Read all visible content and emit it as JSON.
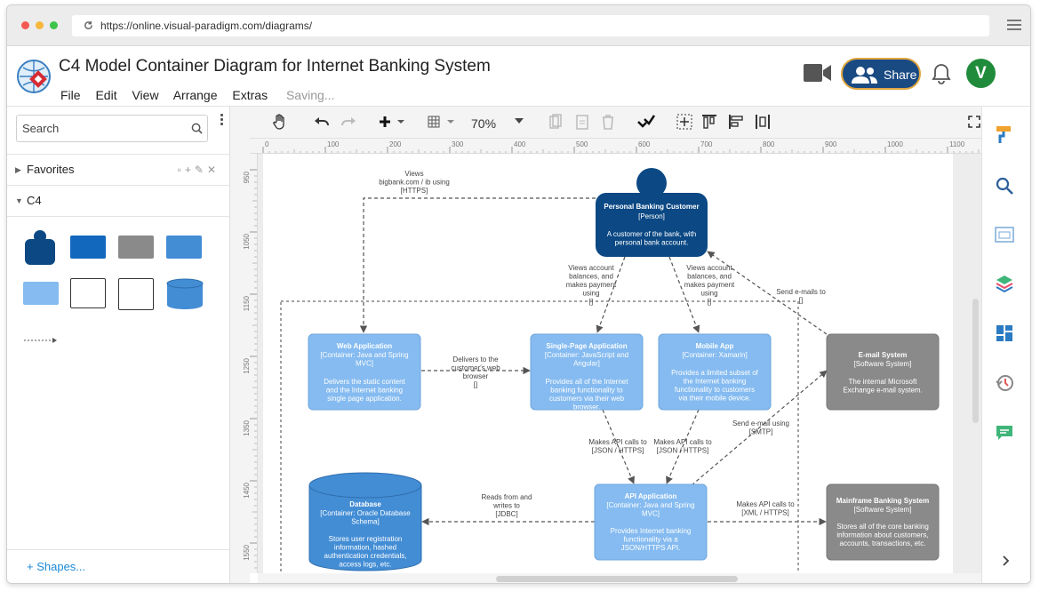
{
  "browser": {
    "url": "https://online.visual-paradigm.com/diagrams/"
  },
  "header": {
    "title": "C4 Model Container Diagram for Internet Banking System",
    "menu": [
      "File",
      "Edit",
      "View",
      "Arrange",
      "Extras"
    ],
    "saving": "Saving...",
    "share_label": "Share",
    "avatar_initial": "V"
  },
  "sidebar": {
    "search_placeholder": "Search",
    "favorites_label": "Favorites",
    "c4_label": "C4",
    "shapes_button": "+ Shapes..."
  },
  "toolbar": {
    "zoom": "70%"
  },
  "rulers": {
    "h_ticks": [
      "0",
      "100",
      "200",
      "300",
      "400",
      "500",
      "600",
      "700",
      "800",
      "900",
      "1000",
      "1100"
    ],
    "v_ticks": [
      "950",
      "1050",
      "1150",
      "1250",
      "1350",
      "1450",
      "1550"
    ]
  },
  "diagram": {
    "person": {
      "name": "Personal Banking Customer",
      "type": "[Person]",
      "desc": "A customer of the bank, with personal bank account."
    },
    "web_app": {
      "name": "Web Application",
      "type": "[Container: Java and Spring MVC]",
      "desc": "Delivers the static content and the Internet banking single page application."
    },
    "spa": {
      "name": "Single-Page Application",
      "type": "[Container: JavaScript and Angular]",
      "desc": "Provides all of the Internet banking functionality to customers via their web browser."
    },
    "mobile": {
      "name": "Mobile App",
      "type": "[Container: Xamarin]",
      "desc": "Provides a limited subset of the Internet banking functionality to customers via their mobile device."
    },
    "email": {
      "name": "E-mail System",
      "type": "[Software System]",
      "desc": "The internal Microsoft Exchange e-mail system."
    },
    "database": {
      "name": "Database",
      "type": "[Container: Oracle Database Schema]",
      "desc": "Stores user registration information, hashed authentication credentials, access logs, etc."
    },
    "api": {
      "name": "API Application",
      "type": "[Container: Java and Spring MVC]",
      "desc": "Provides Internet banking functionality via a JSON/HTTPS API."
    },
    "mainframe": {
      "name": "Mainframe Banking System",
      "type": "[Software System]",
      "desc": "Stores all of the core banking information about customers, accounts, transactions, etc."
    },
    "labels": {
      "views_web": [
        "Views",
        "bigbank.com / ib using",
        "[HTTPS]"
      ],
      "views_spa": [
        "Views account",
        "balances, and",
        "makes payment",
        "using",
        "[]"
      ],
      "views_mobile": [
        "Views account",
        "balances, and",
        "makes payment",
        "using",
        "[]"
      ],
      "send_emails": [
        "Send e-mails to",
        "[]"
      ],
      "delivers": [
        "Delivers to the",
        "customer's web",
        "browser",
        "[]"
      ],
      "api_spa": [
        "Makes API calls to",
        "[JSON / HTTPS]"
      ],
      "api_mobile": [
        "Makes API calls to",
        "[JSON / HTTPS]"
      ],
      "send_email_smtp": [
        "Send e-mail using",
        "[SMTP]"
      ],
      "reads_writes": [
        "Reads from and",
        "writes to",
        "[JDBC]"
      ],
      "api_mainframe": [
        "Makes API calls to",
        "[XML / HTTPS]"
      ]
    }
  }
}
